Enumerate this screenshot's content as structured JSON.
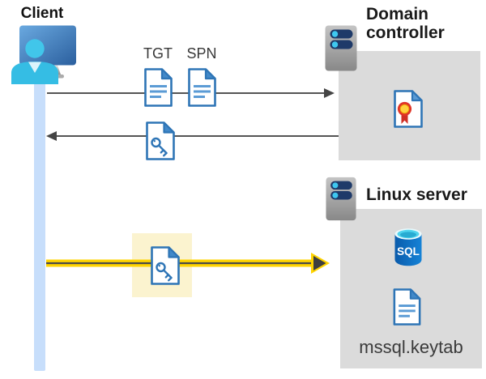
{
  "client": {
    "label": "Client"
  },
  "tickets": {
    "tgt": "TGT",
    "spn": "SPN"
  },
  "domain_controller": {
    "label": "Domain controller"
  },
  "linux_server": {
    "label": "Linux server",
    "sql_label": "SQL",
    "keytab_label": "mssql.keytab"
  },
  "colors": {
    "accent_yellow": "#ffd400",
    "highlight_yellow_bg": "#fbf3cf",
    "box_gray": "#dbdbdb",
    "arrow_gray": "#545454",
    "document_blue": "#2e75b6",
    "document_line_blue": "#5b9bd5",
    "timeline_blue": "#c7defb",
    "server_navy": "#1e3a69",
    "server_led_cyan": "#3fc8f0",
    "sql_blue": "#0e6fc0",
    "certificate_red": "#e03427",
    "certificate_gold": "#ffd23f",
    "person_cyan": "#35bde4",
    "monitor_blue": "#3d78bf"
  }
}
